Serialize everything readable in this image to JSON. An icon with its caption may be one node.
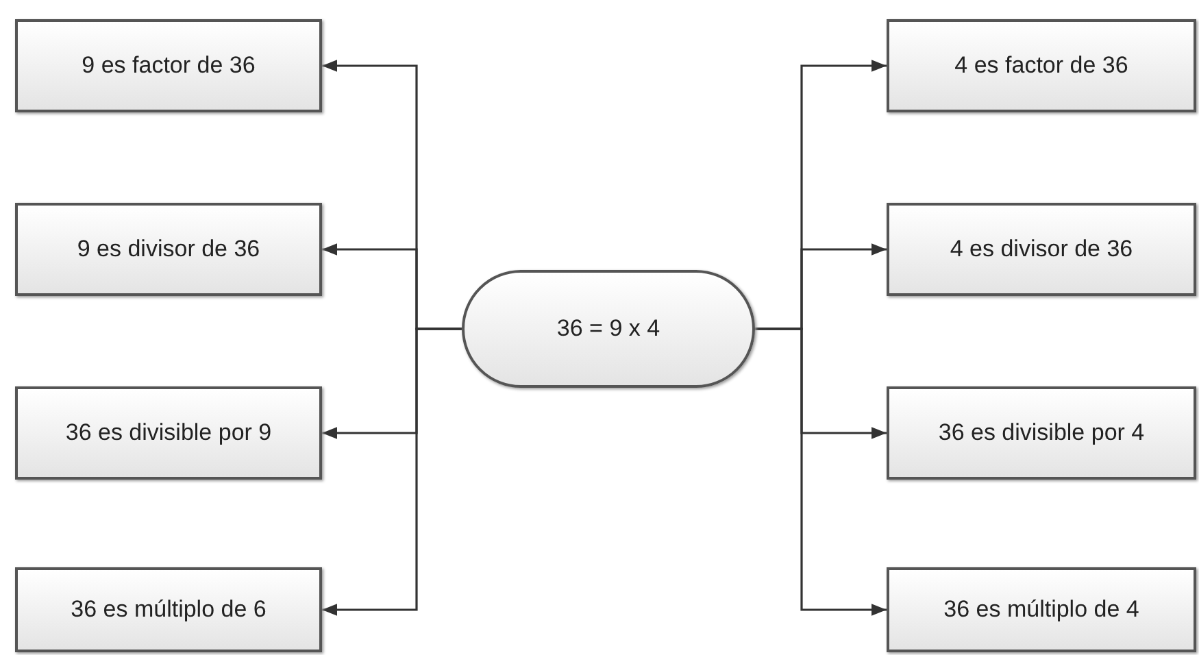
{
  "diagram": {
    "nodes": [
      {
        "text": [
          "36 = 9 x 4"
        ]
      },
      {
        "text": [
          "9 es factor de 36"
        ]
      },
      {
        "text": [
          "9 es divisor de 36"
        ]
      },
      {
        "text": [
          "36 es divisible por 9"
        ]
      },
      {
        "text": [
          "36 es múltiplo de 6"
        ]
      },
      {
        "text": [
          "4 es factor de 36"
        ]
      },
      {
        "text": [
          "4 es divisor de 36"
        ]
      },
      {
        "text": [
          "36 es divisible por 4"
        ]
      },
      {
        "text": [
          "36 es múltiplo de 4"
        ]
      }
    ],
    "edges": [
      {
        "from": 0,
        "to": 1,
        "arrow": "to"
      },
      {
        "from": 0,
        "to": 2,
        "arrow": "to"
      },
      {
        "from": 0,
        "to": 3,
        "arrow": "to"
      },
      {
        "from": 0,
        "to": 4,
        "arrow": "to"
      },
      {
        "from": 0,
        "to": 5,
        "arrow": "to"
      },
      {
        "from": 0,
        "to": 6,
        "arrow": "to"
      },
      {
        "from": 0,
        "to": 7,
        "arrow": "to"
      },
      {
        "from": 0,
        "to": 8,
        "arrow": "to"
      }
    ]
  }
}
